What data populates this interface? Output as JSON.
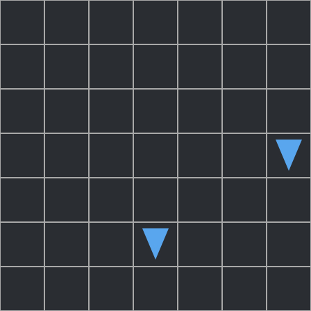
{
  "board": {
    "rows": 7,
    "cols": 7,
    "grid_color": "#a8a8a8",
    "background_color": "#2a2d31"
  },
  "pieces": [
    {
      "row": 3,
      "col": 6,
      "icon": "triangle-down-icon",
      "color": "#5aa6ee"
    },
    {
      "row": 5,
      "col": 3,
      "icon": "triangle-down-icon",
      "color": "#5aa6ee"
    }
  ]
}
